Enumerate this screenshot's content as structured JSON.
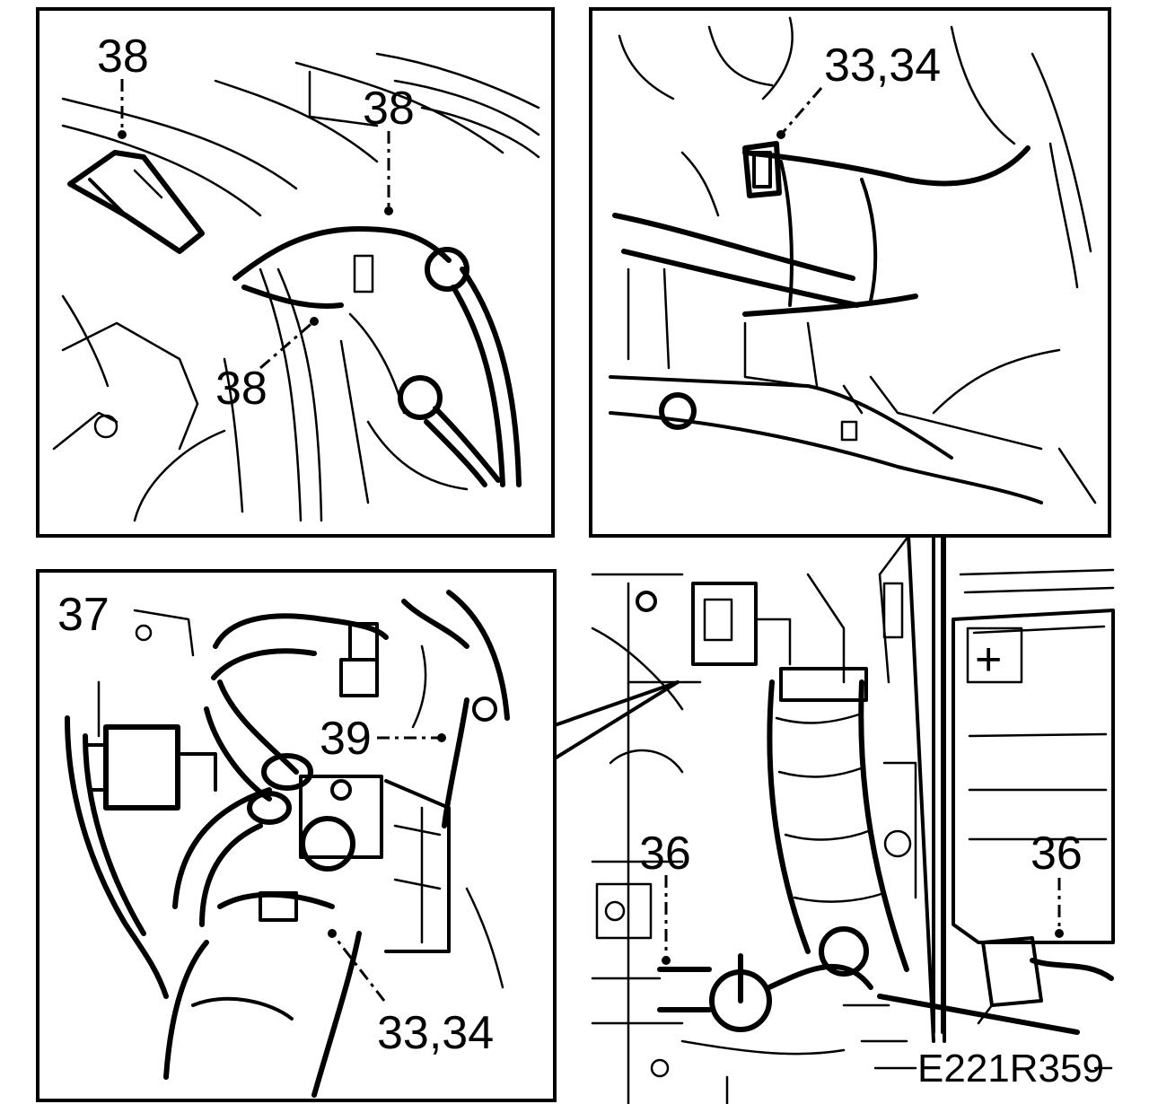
{
  "figure_id": "E221R359",
  "panels": {
    "top_left": {
      "labels": [
        "38",
        "38",
        "38"
      ]
    },
    "top_right": {
      "labels": [
        "33,34"
      ]
    },
    "bottom_left": {
      "labels": [
        "37",
        "39",
        "33,34"
      ]
    },
    "bottom_right": {
      "labels": [
        "36",
        "36"
      ],
      "battery_symbol": "+"
    }
  }
}
